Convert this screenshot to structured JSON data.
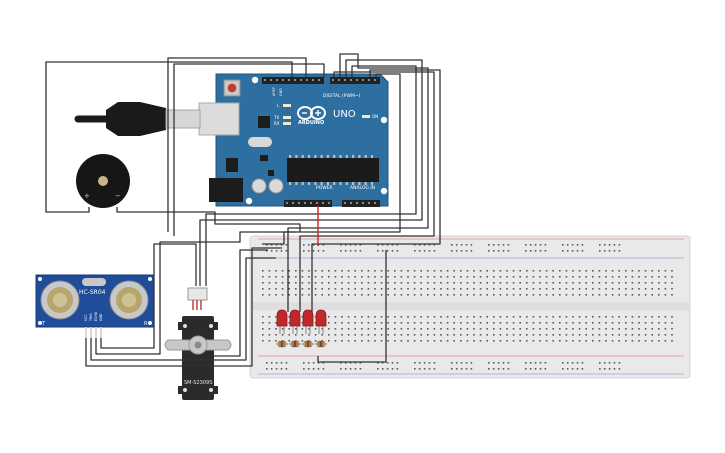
{
  "arduino": {
    "brand": "ARDUINO",
    "model": "UNO",
    "header_digital": "DIGITAL (PWM~)",
    "header_power": "POWER",
    "header_analog": "ANALOG IN",
    "led_on": "ON",
    "led_l": "L",
    "led_tx": "TX",
    "led_rx": "RX",
    "aref": "AREF",
    "gnd": "GND",
    "colors": {
      "board": "#2c6f9e",
      "board_edge": "#1f5478",
      "header": "#222222"
    }
  },
  "ultrasonic": {
    "model": "HC-SR04",
    "pins": [
      "VCC",
      "TRIG",
      "ECHO",
      "GND"
    ],
    "label_t": "T",
    "label_r": "R",
    "colors": {
      "board": "#1f4d9a"
    }
  },
  "servo": {
    "model": "SM-S2309S",
    "colors": {
      "body": "#2b2b2b",
      "horn": "#c8c8c8"
    }
  },
  "buzzer": {
    "plus": "+",
    "minus": "−",
    "colors": {
      "body": "#1a1a1a",
      "center": "#c9b48a"
    }
  },
  "usb": {
    "colors": {
      "cable": "#1a1a1a",
      "plug": "#d9d9d9"
    }
  },
  "breadboard": {
    "colors": {
      "base": "#e8e8e8",
      "rail_red": "#d9534f",
      "rail_blue": "#4a6fb5"
    }
  },
  "leds": {
    "count": 4,
    "colors": {
      "body": "#c0282d",
      "resistor": "#c7a97a"
    }
  },
  "wires": {
    "color": "#333333",
    "power_color": "#cc2222"
  }
}
